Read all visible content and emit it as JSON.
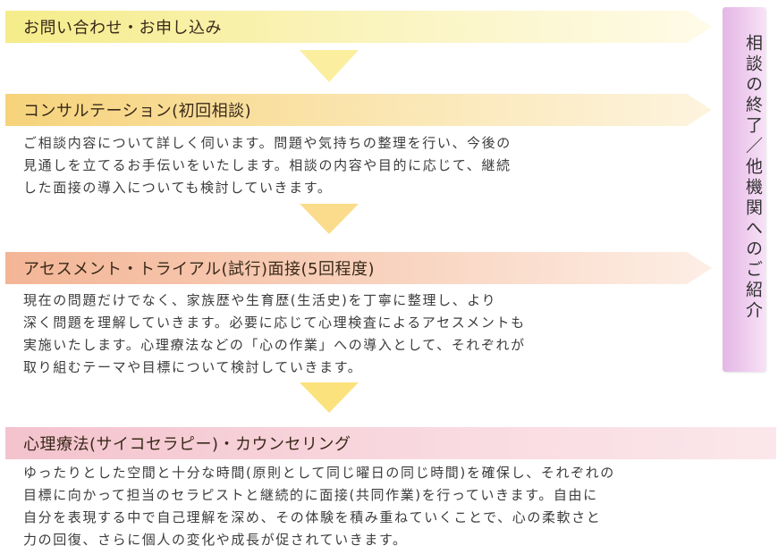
{
  "steps": [
    {
      "title": "お問い合わせ・お申し込み",
      "lines": []
    },
    {
      "title": "コンサルテーション(初回相談)",
      "lines": [
        "ご相談内容について詳しく伺います。問題や気持ちの整理を行い、今後の",
        "見通しを立てるお手伝いをいたします。相談の内容や目的に応じて、継続",
        "した面接の導入についても検討していきます。"
      ]
    },
    {
      "title": "アセスメント・トライアル(試行)面接(5回程度)",
      "lines": [
        "現在の問題だけでなく、家族歴や生育歴(生活史)を丁寧に整理し、より",
        "深く問題を理解していきます。必要に応じて心理検査によるアセスメントも",
        "実施いたします。心理療法などの「心の作業」への導入として、それぞれが",
        "取り組むテーマや目標について検討していきます。"
      ]
    },
    {
      "title": "心理療法(サイコセラピー)・カウンセリング",
      "lines": [
        "ゆったりとした空間と十分な時間(原則として同じ曜日の同じ時間)を確保し、それぞれの",
        "目標に向かって担当のセラピストと継続的に面接(共同作業)を行っていきます。自由に",
        "自分を表現する中で自己理解を深め、その体験を積み重ねていくことで、心の柔軟さと",
        "力の回復、さらに個人の変化や成長が促されていきます。"
      ]
    }
  ],
  "sidebar": {
    "label": "相談の終了／他機関へのご紹介"
  },
  "colors": {
    "step1": "#f5ec8a",
    "step2": "#f6d37b",
    "step3": "#f3b596",
    "step4": "#f4c3cd",
    "sidebar": "#e3b7e5",
    "arrow": "#fbe27d"
  }
}
